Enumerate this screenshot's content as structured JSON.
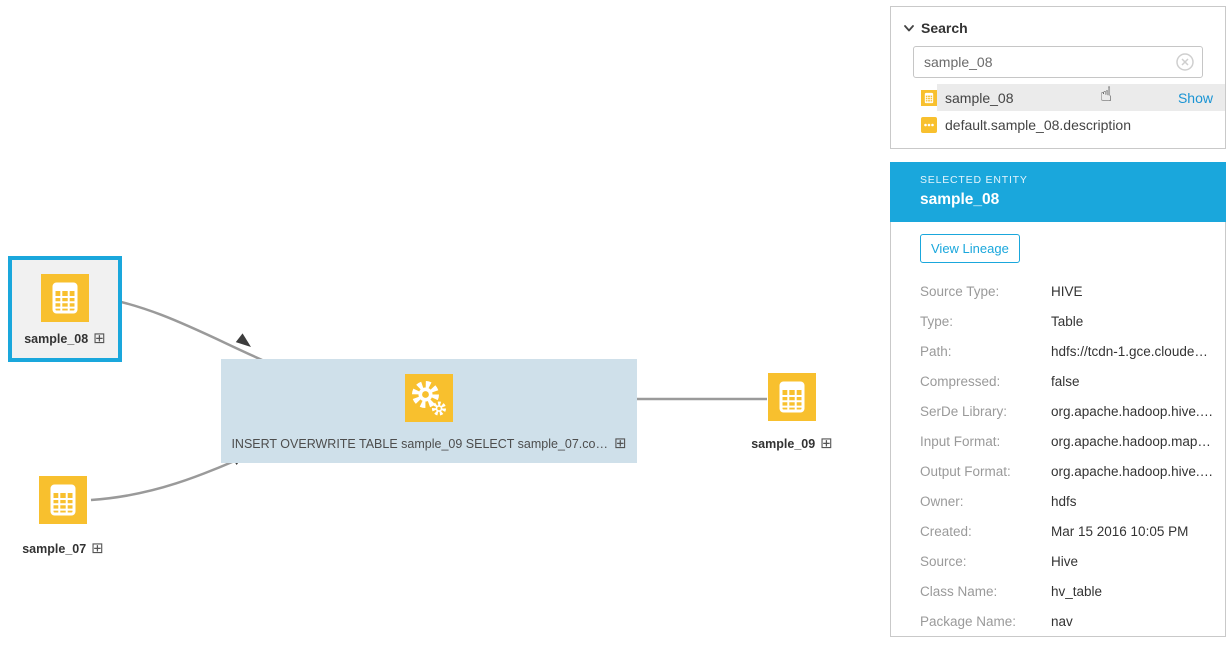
{
  "colors": {
    "accent_blue": "#1aa7dc",
    "icon_yellow": "#f8c02e",
    "process_box_blue": "#cfe0ea",
    "edge_gray": "#9a9a9a",
    "link_blue": "#1a94d4",
    "selected_row_gray": "#ebebeb"
  },
  "icons": {
    "expand": "⊞",
    "cursor": "☝",
    "table": "table-icon",
    "gears": "operation-gears-icon",
    "dots": "description-dots-icon"
  },
  "search": {
    "title": "Search",
    "input_value": "sample_08",
    "results": [
      {
        "label": "sample_08",
        "action": "Show"
      },
      {
        "label": "default.sample_08.description"
      }
    ]
  },
  "entity": {
    "header_label": "SELECTED ENTITY",
    "name": "sample_08",
    "view_lineage": "View Lineage",
    "details": [
      {
        "label": "Source Type:",
        "value": "HIVE"
      },
      {
        "label": "Type:",
        "value": "Table"
      },
      {
        "label": "Path:",
        "value": "hdfs://tcdn-1.gce.cloude…"
      },
      {
        "label": "Compressed:",
        "value": "false"
      },
      {
        "label": "SerDe Library:",
        "value": "org.apache.hadoop.hive.…"
      },
      {
        "label": "Input Format:",
        "value": "org.apache.hadoop.map…"
      },
      {
        "label": "Output Format:",
        "value": "org.apache.hadoop.hive.…"
      },
      {
        "label": "Owner:",
        "value": "hdfs"
      },
      {
        "label": "Created:",
        "value": "Mar 15 2016 10:05 PM"
      },
      {
        "label": "Source:",
        "value": "Hive"
      },
      {
        "label": "Class Name:",
        "value": "hv_table"
      },
      {
        "label": "Package Name:",
        "value": "nav"
      }
    ]
  },
  "diagram": {
    "nodes": {
      "sample_08": "sample_08",
      "sample_07": "sample_07",
      "sample_09": "sample_09",
      "process": "INSERT OVERWRITE TABLE sample_09 SELECT sample_07.co…"
    }
  }
}
